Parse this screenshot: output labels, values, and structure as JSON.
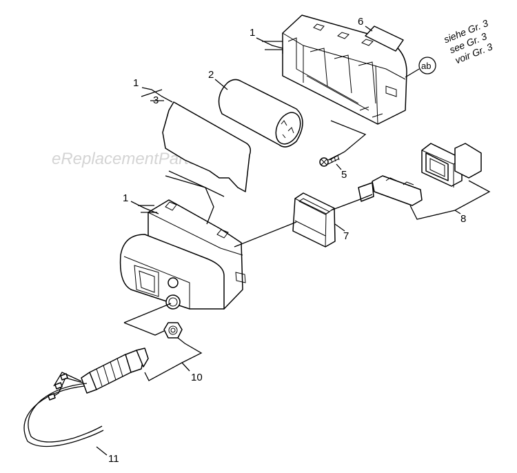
{
  "watermark": "eReplacementParts.com",
  "callouts": {
    "c1_top": "1",
    "c1_left": "1",
    "c1_lower": "1",
    "c2": "2",
    "c3": "3",
    "c5": "5",
    "c6": "6",
    "c7": "7",
    "c8": "8",
    "c10": "10",
    "c11": "11"
  },
  "reference": {
    "badge": "ab",
    "line1": "siehe Gr. 3",
    "line2": "see Gr. 3",
    "line3": "voir Gr. 3"
  }
}
